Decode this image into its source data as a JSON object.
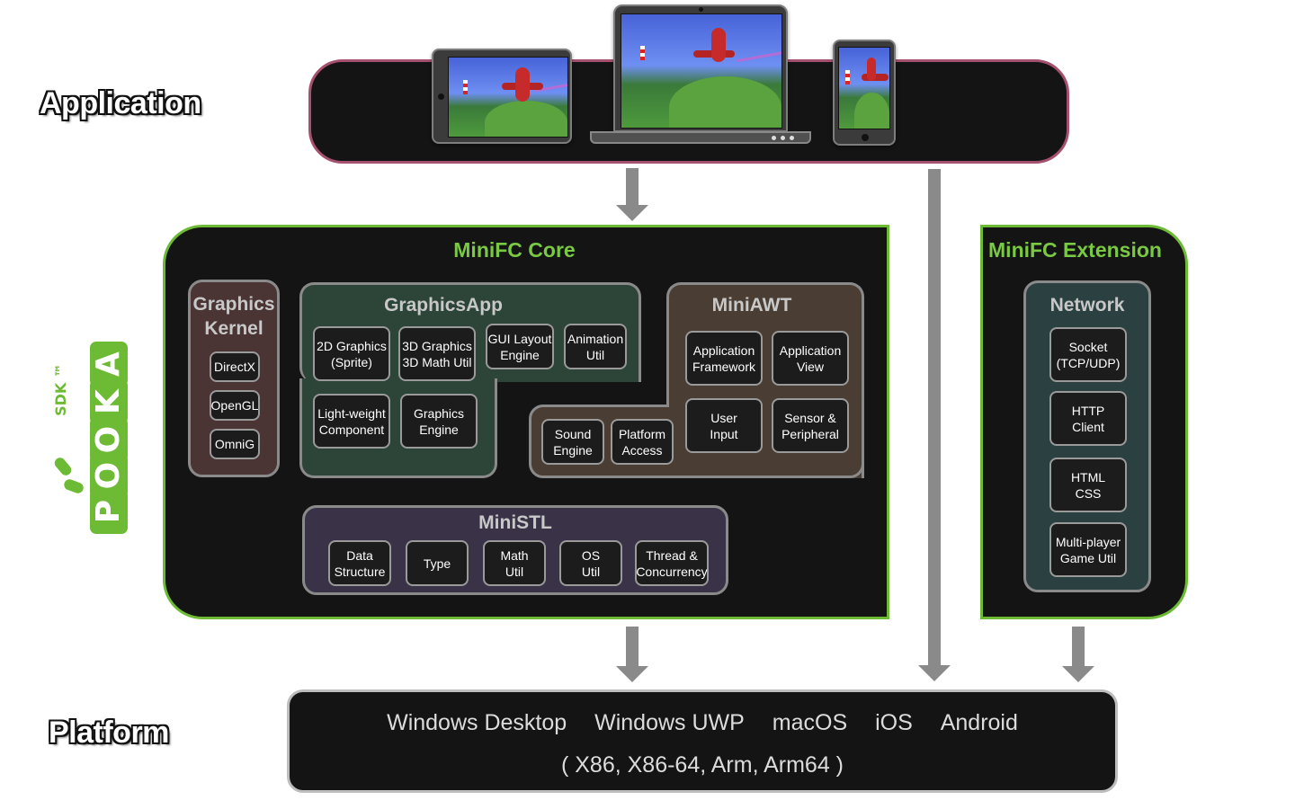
{
  "labels": {
    "application": "Application",
    "platform": "Platform"
  },
  "brand": {
    "letters": [
      "P",
      "O",
      "O",
      "K",
      "A"
    ],
    "sdk": "SDK ™",
    "color": "#6dbb34"
  },
  "colors": {
    "app_border": "#a6506f",
    "core_border": "#6dbb34",
    "graphics_kernel": "#4a3434",
    "graphics_app": "#2c4538",
    "miniawt": "#4a3d33",
    "ministl": "#3a3347",
    "network": "#2b4040"
  },
  "core": {
    "title": "MiniFC Core",
    "graphics_kernel": {
      "title_line1": "Graphics",
      "title_line2": "Kernel",
      "modules": [
        "DirectX",
        "OpenGL",
        "OmniG"
      ]
    },
    "graphics_app": {
      "title": "GraphicsApp",
      "modules": [
        "2D Graphics\n(Sprite)",
        "3D Graphics\n3D Math Util",
        "GUI Layout\nEngine",
        "Animation\nUtil",
        "Light-weight\nComponent",
        "Graphics\nEngine"
      ]
    },
    "miniawt": {
      "title": "MiniAWT",
      "modules": [
        "Application\nFramework",
        "Application\nView",
        "Sound\nEngine",
        "Platform\nAccess",
        "User\nInput",
        "Sensor &\nPeripheral"
      ]
    },
    "ministl": {
      "title": "MiniSTL",
      "modules": [
        "Data\nStructure",
        "Type",
        "Math\nUtil",
        "OS\nUtil",
        "Thread &\nConcurrency"
      ]
    }
  },
  "extension": {
    "title": "MiniFC Extension",
    "network": {
      "title": "Network",
      "modules": [
        "Socket\n(TCP/UDP)",
        "HTTP\nClient",
        "HTML\nCSS",
        "Multi-player\nGame Util"
      ]
    }
  },
  "platform": {
    "targets": [
      "Windows Desktop",
      "Windows UWP",
      "macOS",
      "iOS",
      "Android"
    ],
    "architectures": "( X86, X86-64, Arm, Arm64 )"
  },
  "icons": [
    "tablet-icon",
    "laptop-icon",
    "phone-icon"
  ]
}
